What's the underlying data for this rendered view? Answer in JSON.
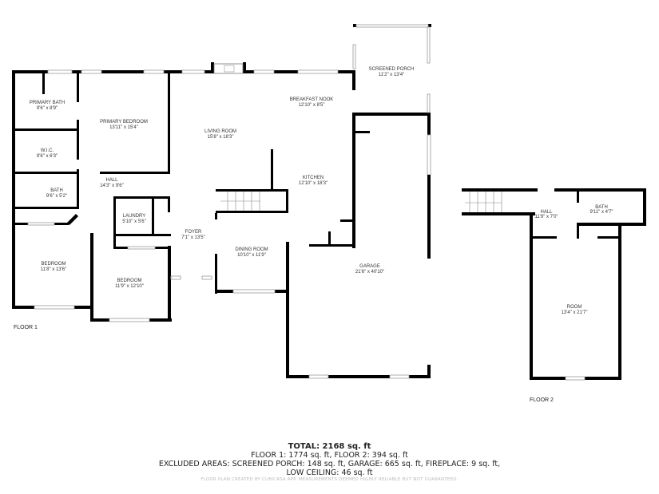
{
  "floor1": {
    "label": "FLOOR 1",
    "rooms": [
      {
        "name": "PRIMARY BATH",
        "dims": "9'6\" x 8'9\""
      },
      {
        "name": "PRIMARY BEDROOM",
        "dims": "13'11\" x 15'4\""
      },
      {
        "name": "W.I.C.",
        "dims": "9'6\" x 6'3\""
      },
      {
        "name": "BATH",
        "dims": "9'6\" x 5'2\""
      },
      {
        "name": "HALL",
        "dims": "14'3\" x 9'6\""
      },
      {
        "name": "LAUNDRY",
        "dims": "5'10\" x 5'6\""
      },
      {
        "name": "BEDROOM",
        "dims": "11'8\" x 13'6\""
      },
      {
        "name": "BEDROOM",
        "dims": "11'9\" x 12'10\""
      },
      {
        "name": "LIVING ROOM",
        "dims": "15'8\" x 18'3\""
      },
      {
        "name": "FOYER",
        "dims": "7'1\" x 13'5\""
      },
      {
        "name": "DINING ROOM",
        "dims": "10'10\" x 11'9\""
      },
      {
        "name": "BREAKFAST NOOK",
        "dims": "12'10\" x 8'5\""
      },
      {
        "name": "KITCHEN",
        "dims": "12'10\" x 18'3\""
      },
      {
        "name": "SCREENED PORCH",
        "dims": "11'2\" x 13'4\""
      },
      {
        "name": "GARAGE",
        "dims": "21'6\" x 40'10\""
      }
    ]
  },
  "floor2": {
    "label": "FLOOR 2",
    "rooms": [
      {
        "name": "HALL",
        "dims": "11'9\" x 7'0\""
      },
      {
        "name": "BATH",
        "dims": "9'11\" x 4'7\""
      },
      {
        "name": "ROOM",
        "dims": "13'4\" x 21'7\""
      }
    ]
  },
  "summary": {
    "total": "TOTAL: 2168 sq. ft",
    "floors": "FLOOR 1: 1774 sq. ft, FLOOR 2: 394 sq. ft",
    "excluded": "EXCLUDED AREAS: SCREENED PORCH: 148 sq. ft, GARAGE: 665 sq. ft, FIREPLACE: 9 sq. ft,",
    "low_ceiling": "LOW CEILING: 46 sq. ft",
    "credit": "FLOOR PLAN CREATED BY CUBICASA APP. MEASUREMENTS DEEMED HIGHLY RELIABLE BUT NOT GUARANTEED."
  }
}
